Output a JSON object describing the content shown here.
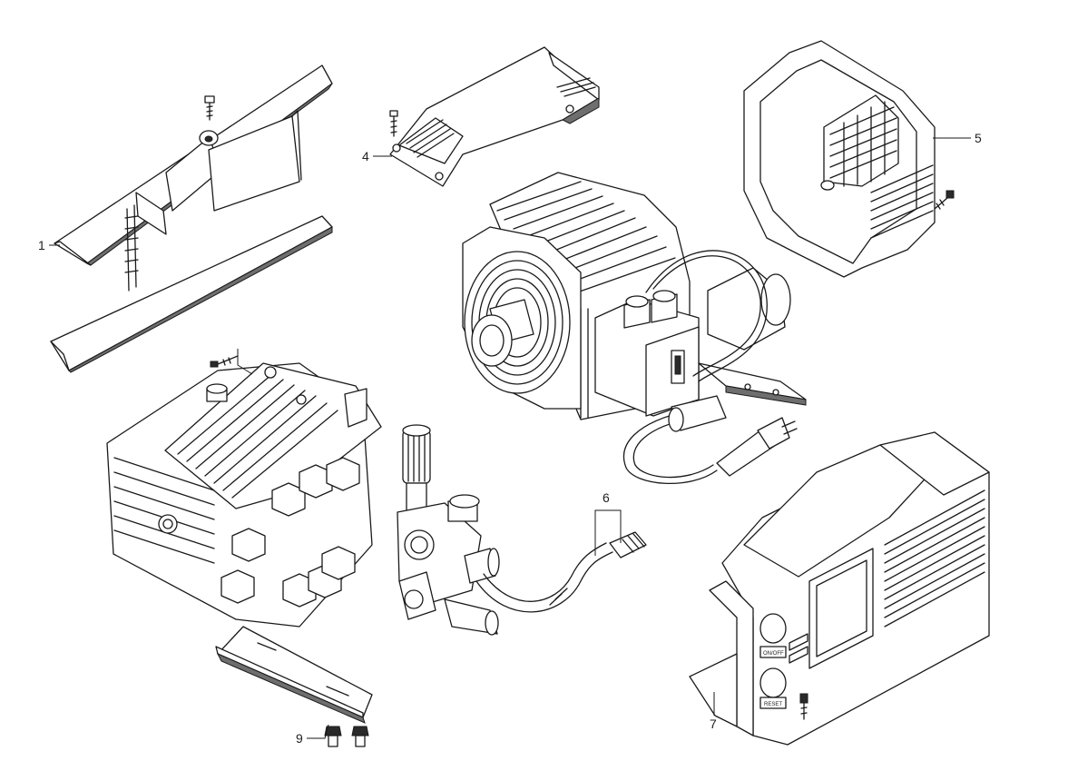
{
  "callouts": {
    "c1": "1",
    "c4": "4",
    "c5": "5",
    "c6": "6",
    "c7": "7",
    "c9": "9"
  },
  "panel_text": {
    "upper": "ON/OFF",
    "lower": "RESET"
  }
}
